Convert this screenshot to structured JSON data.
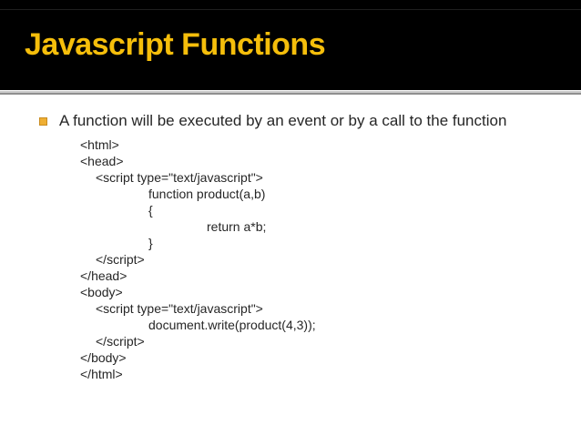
{
  "slide": {
    "title": "Javascript Functions",
    "bullet_text": "A function will be executed by an event or by a call to the function",
    "code_lines": [
      {
        "indent": 1,
        "text": "<html>"
      },
      {
        "indent": 1,
        "text": "<head>"
      },
      {
        "indent": 2,
        "text": "<script type=\"text/javascript\">"
      },
      {
        "indent": 3,
        "text": "function product(a,b)"
      },
      {
        "indent": 3,
        "text": "{"
      },
      {
        "indent": 4,
        "text": "return a*b;"
      },
      {
        "indent": 3,
        "text": "}"
      },
      {
        "indent": 2,
        "text": "</script>"
      },
      {
        "indent": 1,
        "text": "</head>"
      },
      {
        "indent": 1,
        "text": "<body>"
      },
      {
        "indent": 2,
        "text": "<script type=\"text/javascript\">"
      },
      {
        "indent": 3,
        "text": "document.write(product(4,3));"
      },
      {
        "indent": 2,
        "text": "</script>"
      },
      {
        "indent": 1,
        "text": "</body>"
      },
      {
        "indent": 1,
        "text": "</html>"
      }
    ],
    "colors": {
      "header_bg": "#000000",
      "title_gold": "#F5BE0B",
      "bullet_square": "#EFAF33",
      "body_text": "#262626",
      "divider_gray": "#8F8F8F"
    }
  }
}
